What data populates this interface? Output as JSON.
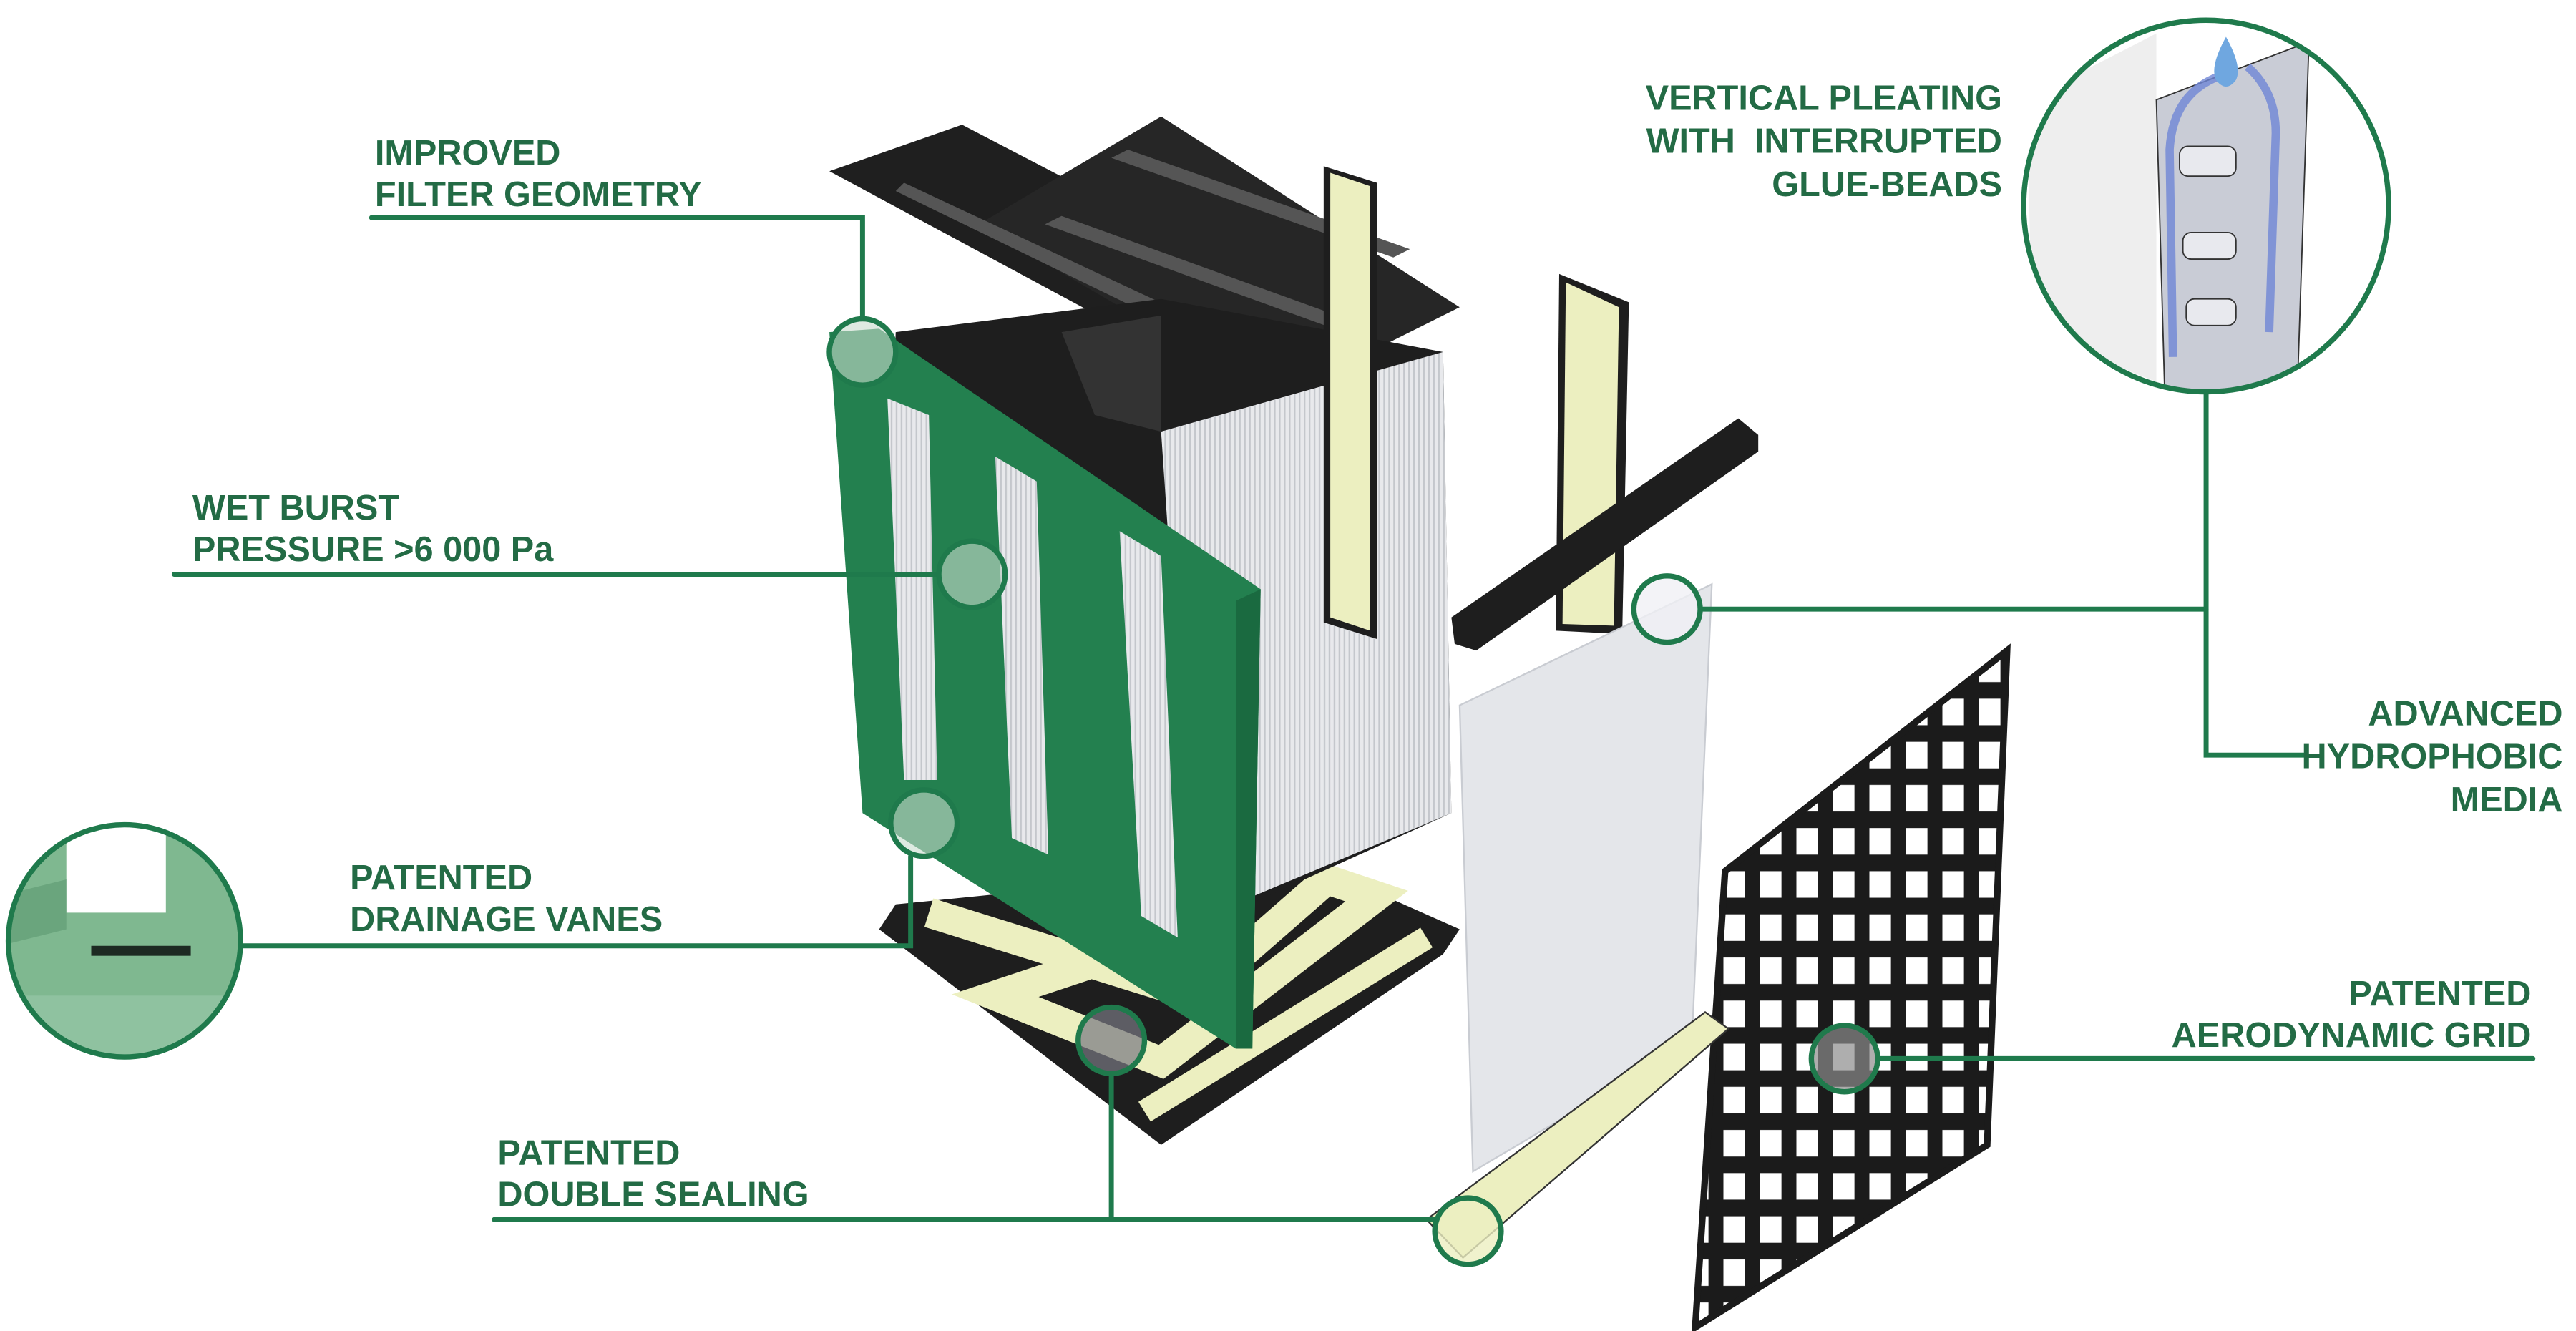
{
  "callouts": {
    "filter_geometry": [
      "IMPROVED",
      "FILTER GEOMETRY"
    ],
    "wet_burst": [
      "WET BURST",
      "PRESSURE >6 000 Pa"
    ],
    "drainage": [
      "PATENTED",
      "DRAINAGE VANES"
    ],
    "sealing": [
      "PATENTED",
      "DOUBLE SEALING"
    ],
    "pleating": [
      "VERTICAL PLEATING",
      "WITH  INTERRUPTED",
      "GLUE-BEADS"
    ],
    "media": [
      "ADVANCED",
      "HYDROPHOBIC",
      "MEDIA"
    ],
    "grid": [
      "PATENTED",
      "AERODYNAMIC GRID"
    ]
  },
  "colors": {
    "green": "#1f7a4c",
    "text": "#236b45",
    "frame": "#23804f",
    "black": "#1e1e1e",
    "foam": "#ecefc0",
    "media": "#e4e6ea"
  }
}
